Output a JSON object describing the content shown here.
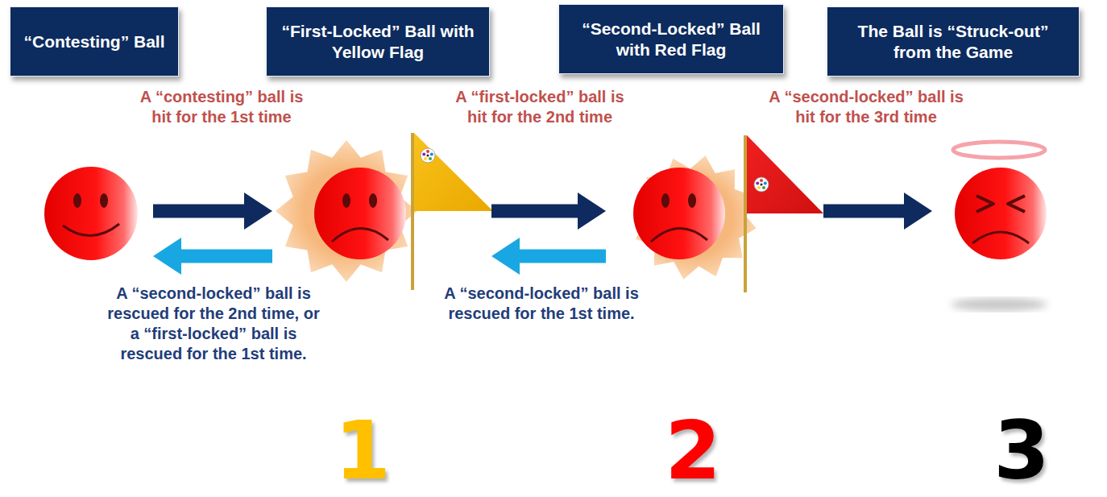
{
  "diagram": {
    "nodes": [
      {
        "text": [
          "“Contesting” Ball"
        ]
      },
      {
        "text": [
          "“First-Locked” Ball with Yellow Flag"
        ]
      },
      {
        "text": [
          "“Second-Locked” Ball with Red Flag"
        ]
      },
      {
        "text": [
          "The Ball is “Struck-out” from the Game"
        ]
      }
    ],
    "edges": [
      {
        "from": 0,
        "to": 1,
        "arrow": "to",
        "label": "A “contesting” ball is hit for the 1st time"
      },
      {
        "from": 1,
        "to": 0,
        "arrow": "to",
        "label": "A “second-locked” ball is rescued for the 2nd time, or a “first-locked” ball is rescued for the 1st time."
      },
      {
        "from": 1,
        "to": 2,
        "arrow": "to",
        "label": "A “first-locked” ball is hit for the 2nd time"
      },
      {
        "from": 2,
        "to": 1,
        "arrow": "to",
        "label": "A “second-locked” ball is rescued for the 1st time."
      },
      {
        "from": 2,
        "to": 3,
        "arrow": "to",
        "label": "A “second-locked” ball is hit for the 3rd time"
      }
    ],
    "labels": [
      "1",
      "2",
      "3"
    ]
  }
}
